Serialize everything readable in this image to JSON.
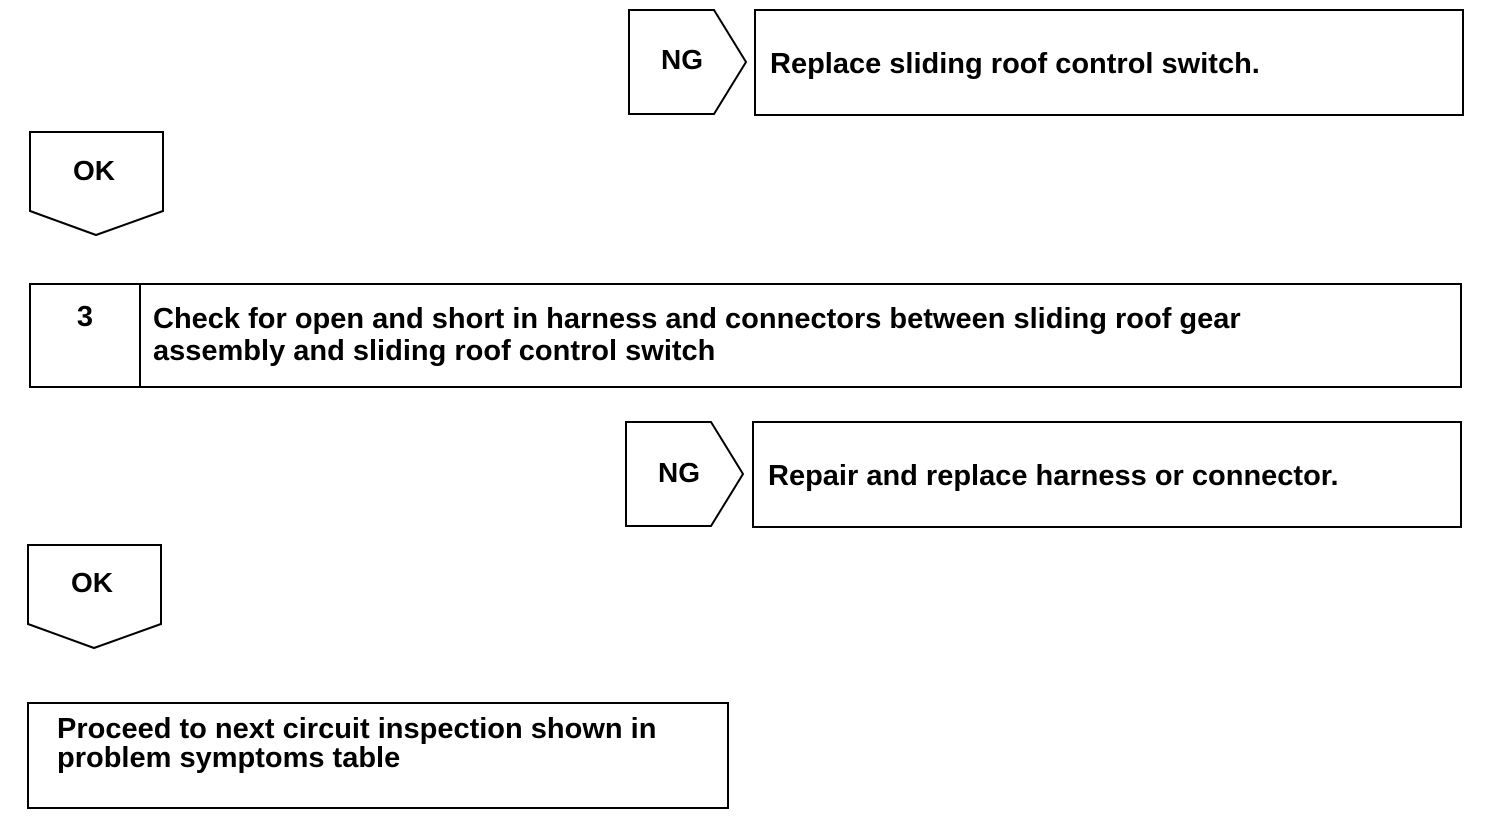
{
  "flow": {
    "ng1": {
      "label": "NG",
      "result": "Replace sliding roof control switch."
    },
    "ok1": {
      "label": "OK"
    },
    "step3": {
      "number": "3",
      "text_line1": "Check for open and short in harness and connectors between sliding roof gear",
      "text_line2": "assembly and sliding roof control switch"
    },
    "ng2": {
      "label": "NG",
      "result": "Repair and replace harness or connector."
    },
    "ok2": {
      "label": "OK"
    },
    "final": {
      "text_line1": "Proceed to next circuit inspection shown in",
      "text_line2": "problem symptoms table"
    }
  }
}
